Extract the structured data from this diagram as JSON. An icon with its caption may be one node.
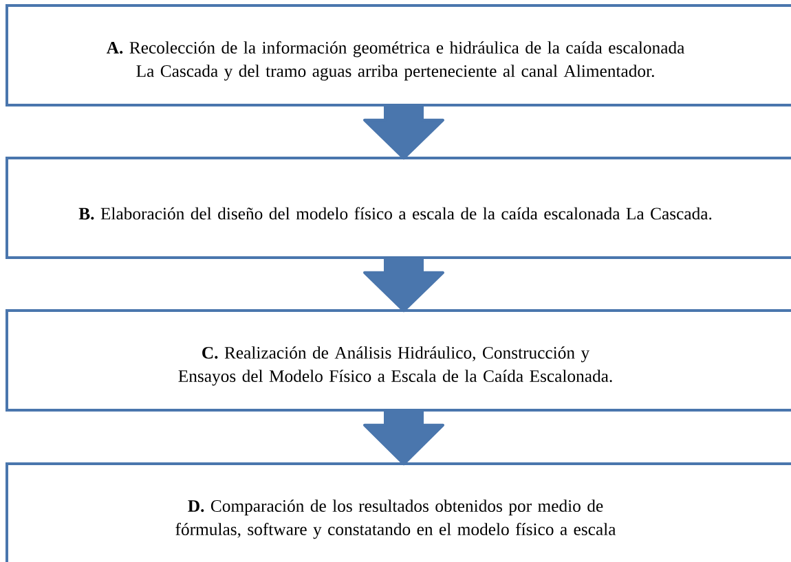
{
  "diagram": {
    "nodes": [
      {
        "text": [
          "**A.** Recolección de la información geométrica e hidráulica de la caída escalonada La Cascada y del tramo aguas arriba perteneciente al canal Alimentador."
        ]
      },
      {
        "text": [
          "**B.** Elaboración del diseño del modelo físico a escala de la caída escalonada La Cascada."
        ]
      },
      {
        "text": [
          "**C.** Realización de Análisis Hidráulico, Construcción y Ensayos del Modelo Físico a Escala de la Caída Escalonada."
        ]
      },
      {
        "text": [
          "**D.** Comparación de los resultados obtenidos por medio de fórmulas, software y constatando en el modelo físico a escala"
        ]
      }
    ],
    "edges": [
      {
        "from": 0,
        "to": 1,
        "arrow": "to"
      },
      {
        "from": 1,
        "to": 2,
        "arrow": "to"
      },
      {
        "from": 2,
        "to": 3,
        "arrow": "to"
      }
    ]
  }
}
